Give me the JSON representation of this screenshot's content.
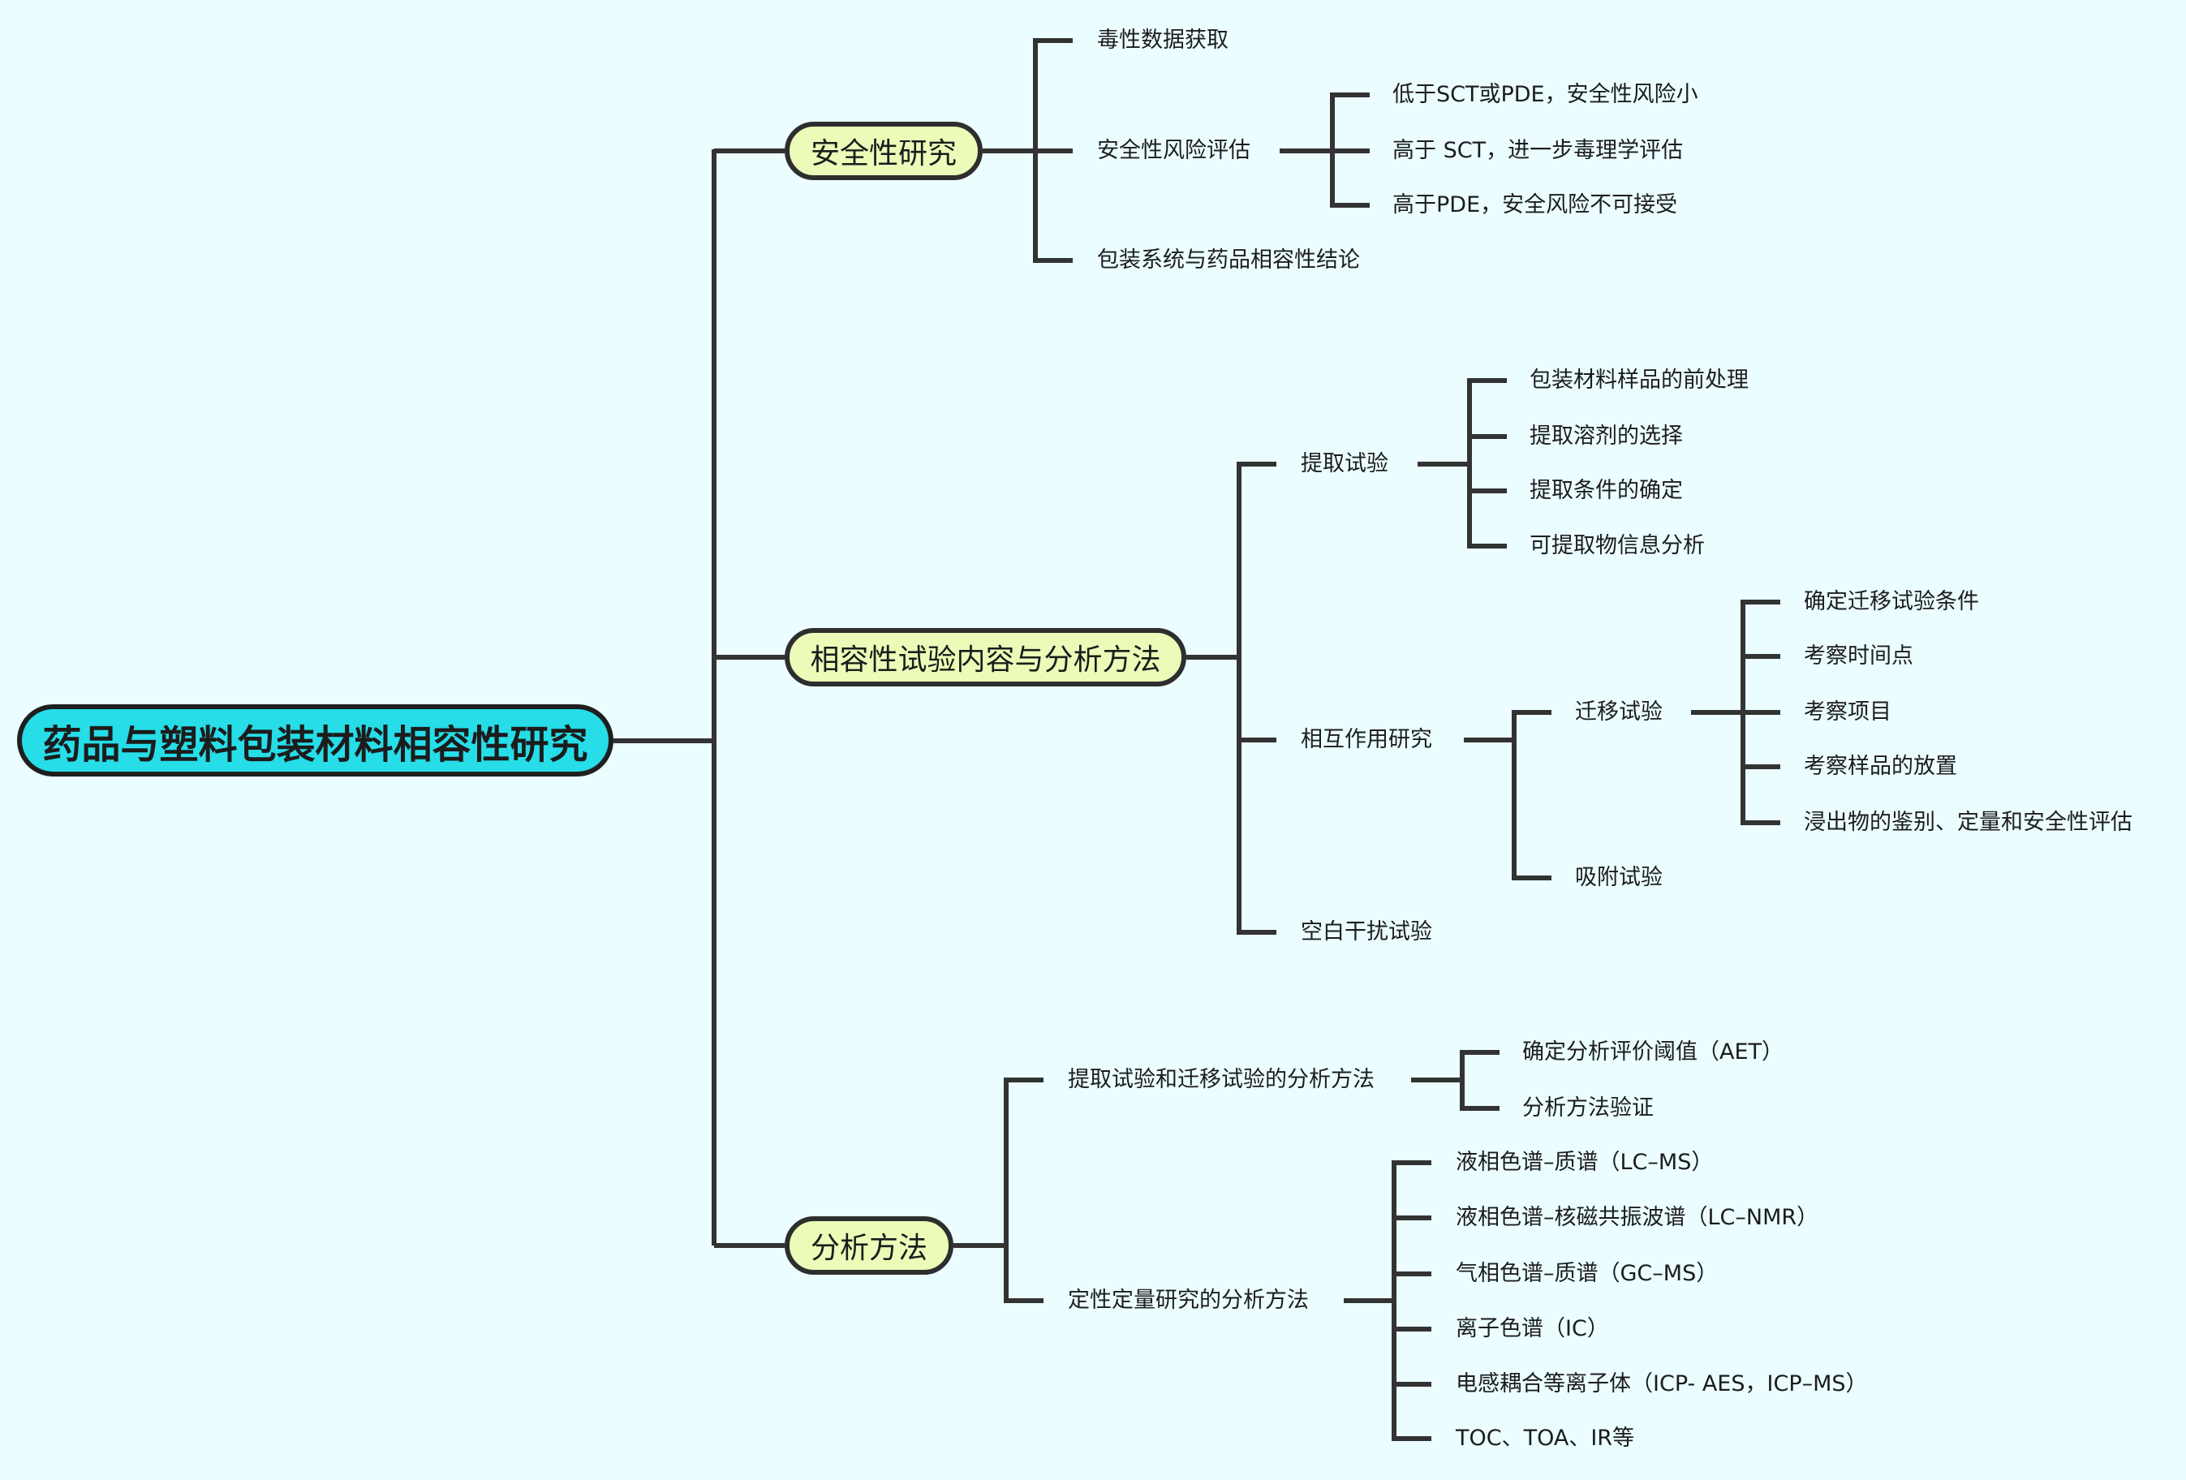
{
  "root": {
    "label": "药品与塑料包装材料相容性研究"
  },
  "branches": [
    {
      "label": "安全性研究",
      "children": [
        {
          "label": "毒性数据获取"
        },
        {
          "label": "安全性风险评估",
          "children": [
            {
              "label": "低于SCT或PDE，安全性风险小"
            },
            {
              "label": "高于 SCT，进一步毒理学评估"
            },
            {
              "label": "高于PDE，安全风险不可接受"
            }
          ]
        },
        {
          "label": "包装系统与药品相容性结论"
        }
      ]
    },
    {
      "label": "相容性试验内容与分析方法",
      "children": [
        {
          "label": "提取试验",
          "children": [
            {
              "label": "包装材料样品的前处理"
            },
            {
              "label": "提取溶剂的选择"
            },
            {
              "label": "提取条件的确定"
            },
            {
              "label": "可提取物信息分析"
            }
          ]
        },
        {
          "label": "相互作用研究",
          "children": [
            {
              "label": "迁移试验",
              "children": [
                {
                  "label": "确定迁移试验条件"
                },
                {
                  "label": "考察时间点"
                },
                {
                  "label": "考察项目"
                },
                {
                  "label": "考察样品的放置"
                },
                {
                  "label": "浸出物的鉴别、定量和安全性评估"
                }
              ]
            },
            {
              "label": "吸附试验"
            }
          ]
        },
        {
          "label": "空白干扰试验"
        }
      ]
    },
    {
      "label": "分析方法",
      "children": [
        {
          "label": "提取试验和迁移试验的分析方法",
          "children": [
            {
              "label": "确定分析评价阈值（AET）"
            },
            {
              "label": "分析方法验证"
            }
          ]
        },
        {
          "label": "定性定量研究的分析方法",
          "children": [
            {
              "label": "液相色谱–质谱（LC–MS）"
            },
            {
              "label": "液相色谱–核磁共振波谱（LC–NMR）"
            },
            {
              "label": "气相色谱–质谱（GC–MS）"
            },
            {
              "label": "离子色谱（IC）"
            },
            {
              "label": "电感耦合等离子体（ICP- AES，ICP–MS）"
            },
            {
              "label": "TOC、TOA、IR等"
            }
          ]
        }
      ]
    }
  ],
  "colors": {
    "background": "#ebfdff",
    "root_fill": "#26dde8",
    "main_fill": "#eafcb8",
    "line": "#333333"
  }
}
